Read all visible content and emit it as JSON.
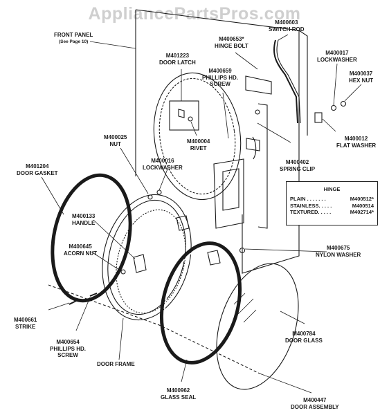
{
  "watermark": "AppliancePartsPros.com",
  "labels": {
    "front_panel": [
      "FRONT PANEL",
      "(See Page 10)"
    ],
    "hinge_bolt": [
      "M400653*",
      "HINGE BOLT"
    ],
    "switch_rod": [
      "M400603",
      "SWITCH ROD"
    ],
    "lockwasher_right": [
      "M400017",
      "LOCKWASHER"
    ],
    "hex_nut": [
      "M400037",
      "HEX NUT"
    ],
    "door_latch": [
      "M401223",
      "DOOR LATCH"
    ],
    "phillips_screw_top": [
      "M400659",
      "PHILLIPS HD.",
      "SCREW"
    ],
    "rivet": [
      "M400004",
      "RIVET"
    ],
    "flat_washer": [
      "M400012",
      "FLAT WASHER"
    ],
    "nut": [
      "M400025",
      "NUT"
    ],
    "lockwasher_left": [
      "M400016",
      "LOCKWASHER"
    ],
    "spring_clip": [
      "M400402",
      "SPRING CLIP"
    ],
    "door_gasket": [
      "M401204",
      "DOOR GASKET"
    ],
    "handle": [
      "M400133",
      "HANDLE"
    ],
    "acorn_nut": [
      "M400645",
      "ACORN NUT"
    ],
    "nylon_washer": [
      "M400675",
      "NYLON WASHER"
    ],
    "strike": [
      "M400661",
      "STRIKE"
    ],
    "phillips_screw_bottom": [
      "M400654",
      "PHILLIPS HD.",
      "SCREW"
    ],
    "door_glass": [
      "M400784",
      "DOOR GLASS"
    ],
    "door_frame": [
      "DOOR FRAME"
    ],
    "glass_seal": [
      "M400962",
      "GLASS SEAL"
    ],
    "door_assembly": [
      "M400447",
      "DOOR ASSEMBLY"
    ]
  },
  "hinge_table": {
    "title": "HINGE",
    "rows": [
      {
        "name": "PLAIN . . . . . . .",
        "part": "M400512*"
      },
      {
        "name": "STAINLESS. . . . .",
        "part": "M400514"
      },
      {
        "name": "TEXTURED. . . . .",
        "part": "M402714*"
      }
    ]
  },
  "colors": {
    "ink": "#1a1a1a",
    "watermark": "#cfcfcf",
    "background": "#ffffff"
  }
}
